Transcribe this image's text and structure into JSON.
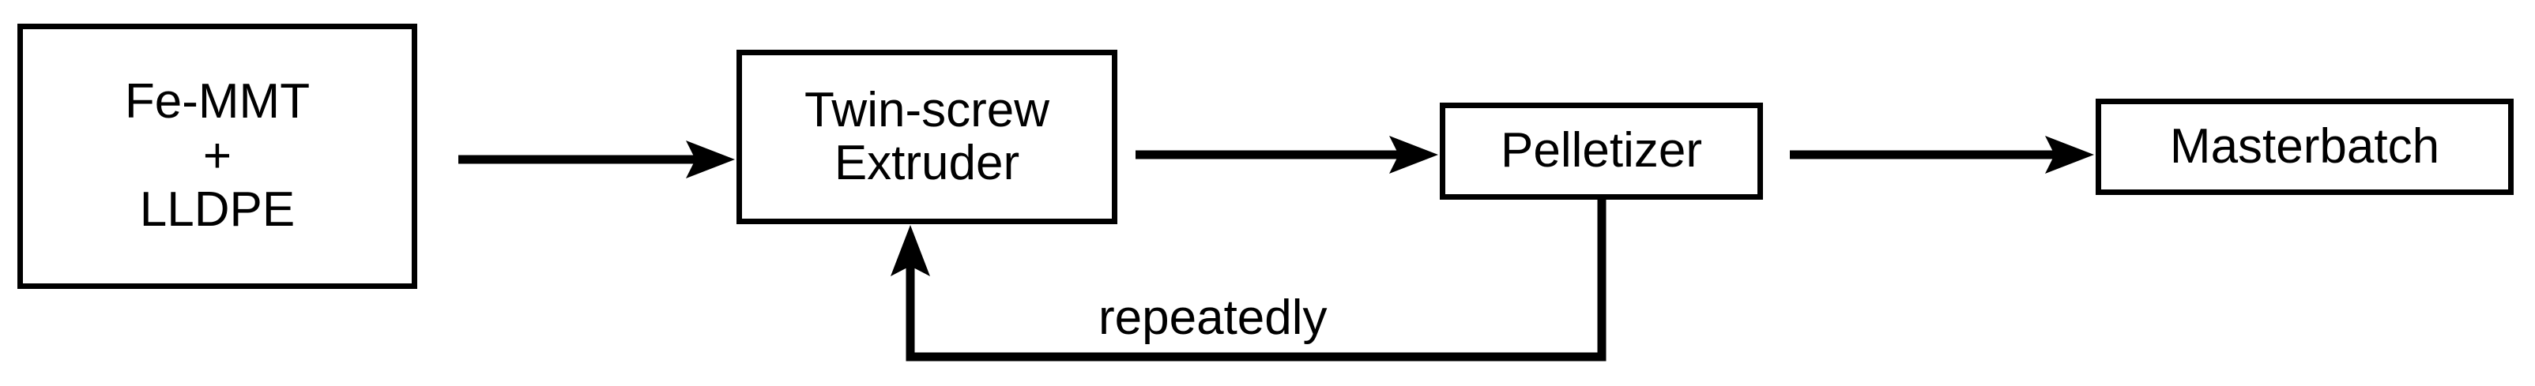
{
  "diagram": {
    "type": "process-flowchart",
    "orientation": "left-to-right",
    "background_color": "#ffffff",
    "line_color": "#000000",
    "text_color": "#000000",
    "nodes": [
      {
        "id": "feedstock",
        "shape": "rectangle",
        "lines": [
          "Fe-MMT",
          "+",
          "LLDPE"
        ]
      },
      {
        "id": "extruder",
        "shape": "rectangle",
        "lines": [
          "Twin-screw",
          "Extruder"
        ]
      },
      {
        "id": "pelletizer",
        "shape": "rectangle",
        "lines": [
          "Pelletizer"
        ]
      },
      {
        "id": "masterbatch",
        "shape": "rectangle",
        "lines": [
          "Masterbatch"
        ]
      }
    ],
    "edges": [
      {
        "id": "feedstock-to-extruder",
        "from": "feedstock",
        "to": "extruder",
        "label": "",
        "style": "solid-arrow"
      },
      {
        "id": "extruder-to-pelletizer",
        "from": "extruder",
        "to": "pelletizer",
        "label": "",
        "style": "solid-arrow"
      },
      {
        "id": "pelletizer-to-masterbatch",
        "from": "pelletizer",
        "to": "masterbatch",
        "label": "",
        "style": "solid-arrow"
      },
      {
        "id": "pelletizer-to-extruder-feedback",
        "from": "pelletizer",
        "to": "extruder",
        "label": "repeatedly",
        "style": "solid-arrow-orthogonal"
      }
    ]
  }
}
